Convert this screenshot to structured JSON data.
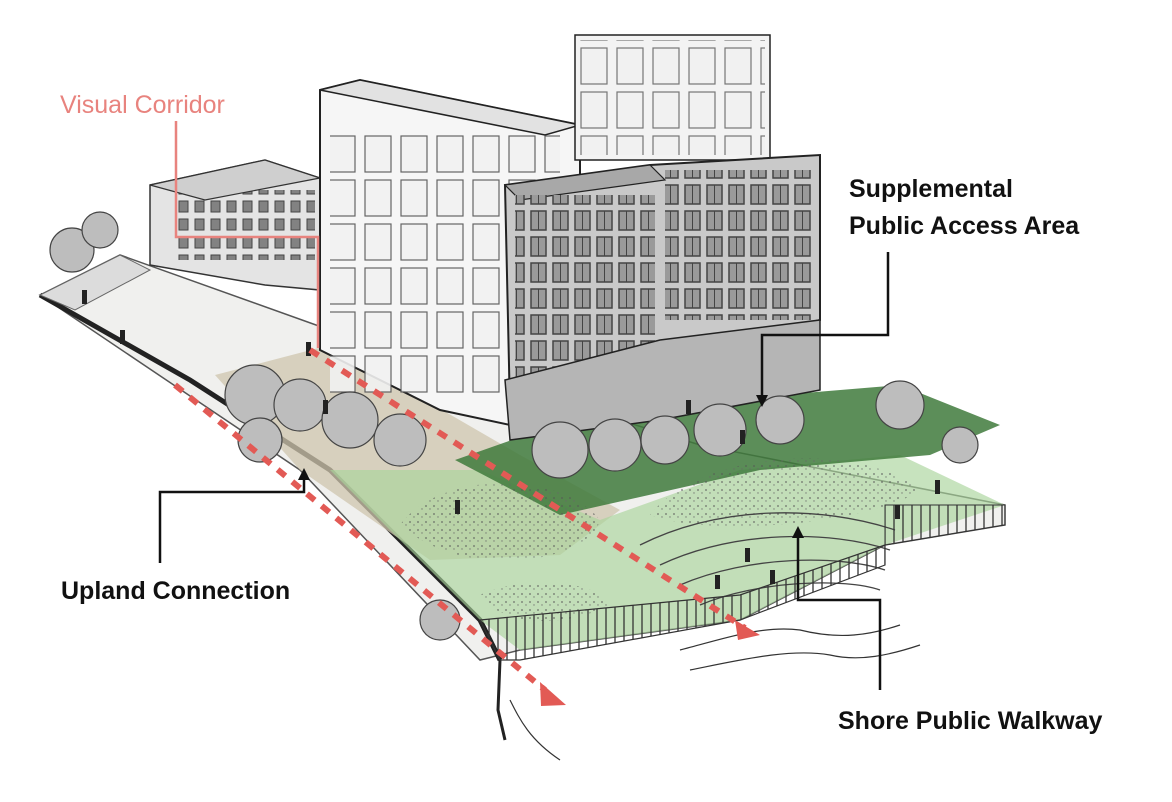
{
  "colors": {
    "visual_corridor": "#e8837e",
    "corridor_dashes": "#e25a55",
    "supplemental_area": "#3f7a3c",
    "walkway_area": "#a9d49b",
    "upland_area": "#cfc6ae",
    "leader_line": "#111111"
  },
  "labels": {
    "visual_corridor": "Visual Corridor",
    "supplemental_line1": "Supplemental",
    "supplemental_line2": "Public Access Area",
    "upland_connection": "Upland Connection",
    "shore_walkway": "Shore Public Walkway"
  }
}
